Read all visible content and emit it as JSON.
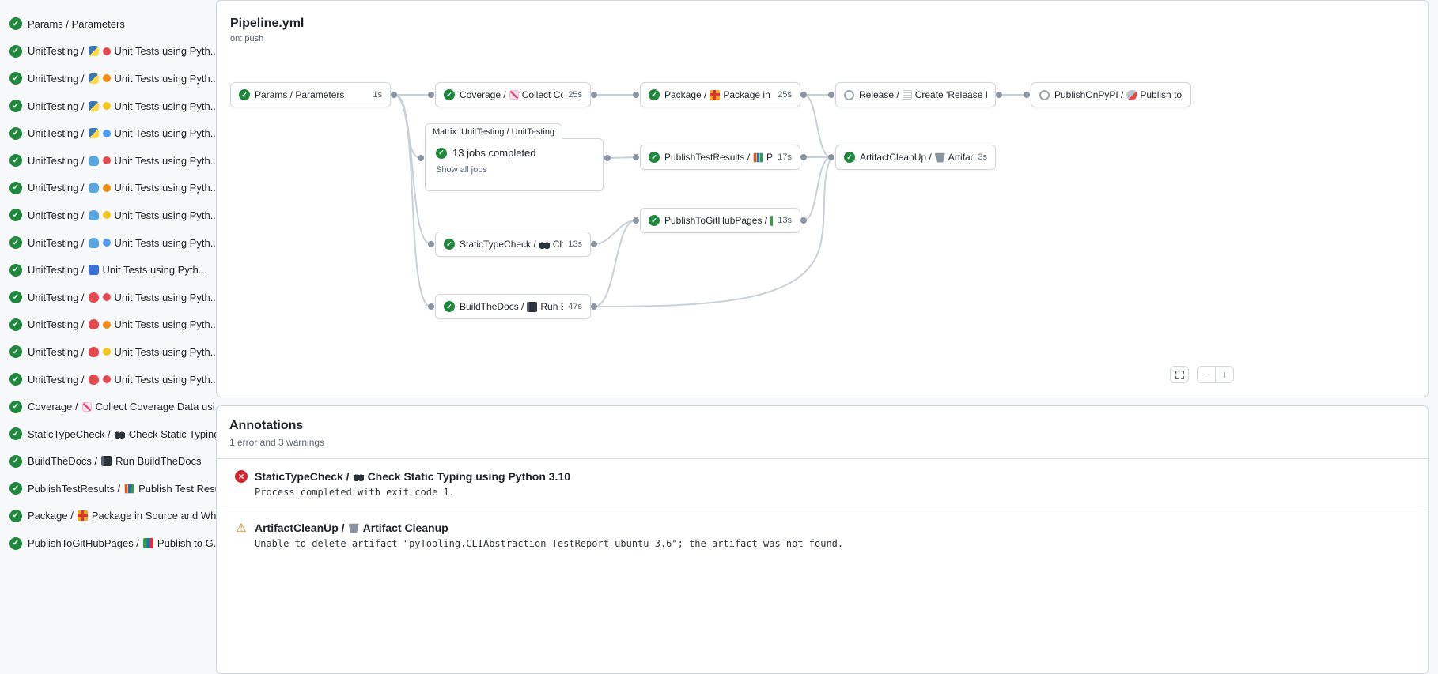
{
  "colors": {
    "success": "#1f883d",
    "error": "#d1242f",
    "warning": "#bf8700",
    "border": "#d0d7de",
    "accent": "#0969da"
  },
  "header": {
    "title": "Pipeline.yml",
    "trigger": "on: push"
  },
  "sidebar": {
    "items": [
      {
        "name": "Params / Parameters",
        "icon": "",
        "dot": "",
        "text": ""
      },
      {
        "name": "UnitTesting /",
        "icon": "python",
        "dot": "red",
        "text": "Unit Tests using Pyth..."
      },
      {
        "name": "UnitTesting /",
        "icon": "python",
        "dot": "orange",
        "text": "Unit Tests using Pyth..."
      },
      {
        "name": "UnitTesting /",
        "icon": "python",
        "dot": "yellow",
        "text": "Unit Tests using Pyth..."
      },
      {
        "name": "UnitTesting /",
        "icon": "python",
        "dot": "blue",
        "text": "Unit Tests using Pyth..."
      },
      {
        "name": "UnitTesting /",
        "icon": "whale",
        "dot": "red",
        "text": "Unit Tests using Pyth..."
      },
      {
        "name": "UnitTesting /",
        "icon": "whale",
        "dot": "orange",
        "text": "Unit Tests using Pyth..."
      },
      {
        "name": "UnitTesting /",
        "icon": "whale",
        "dot": "yellow",
        "text": "Unit Tests using Pyth..."
      },
      {
        "name": "UnitTesting /",
        "icon": "whale",
        "dot": "blue",
        "text": "Unit Tests using Pyth..."
      },
      {
        "name": "UnitTesting /",
        "icon": "blue-square",
        "dot": "",
        "text": "Unit Tests using Pyth..."
      },
      {
        "name": "UnitTesting /",
        "icon": "apple",
        "dot": "red",
        "text": "Unit Tests using Pyth..."
      },
      {
        "name": "UnitTesting /",
        "icon": "apple",
        "dot": "orange",
        "text": "Unit Tests using Pyth..."
      },
      {
        "name": "UnitTesting /",
        "icon": "apple",
        "dot": "yellow",
        "text": "Unit Tests using Pyth..."
      },
      {
        "name": "UnitTesting /",
        "icon": "apple",
        "dot": "red",
        "text": "Unit Tests using Pyth..."
      },
      {
        "name": "Coverage /",
        "icon": "chart",
        "dot": "",
        "text": "Collect Coverage Data usi..."
      },
      {
        "name": "StaticTypeCheck /",
        "icon": "glasses",
        "dot": "",
        "text": "Check Static Typing..."
      },
      {
        "name": "BuildTheDocs /",
        "icon": "notebook",
        "dot": "",
        "text": "Run BuildTheDocs"
      },
      {
        "name": "PublishTestResults /",
        "icon": "bar-chart",
        "dot": "",
        "text": "Publish Test Resu..."
      },
      {
        "name": "Package /",
        "icon": "gift",
        "dot": "",
        "text": "Package in Source and Wh..."
      },
      {
        "name": "PublishToGitHubPages /",
        "icon": "books",
        "dot": "",
        "text": "Publish to G..."
      }
    ]
  },
  "graph": {
    "nodes": [
      {
        "name": "Params / Parameters",
        "icon": "",
        "text": "",
        "duration": "1s",
        "status": "success"
      },
      {
        "name": "Coverage /",
        "icon": "chart",
        "text": "Collect Cove...",
        "duration": "25s",
        "status": "success"
      },
      {
        "name": "Package /",
        "icon": "gift",
        "text": "Package in So...",
        "duration": "25s",
        "status": "success"
      },
      {
        "name": "Release /",
        "icon": "memo",
        "text": "Create 'Release P...",
        "duration": "",
        "status": "pending"
      },
      {
        "name": "PublishOnPyPI /",
        "icon": "rocket",
        "text": "Publish to ...",
        "duration": "",
        "status": "pending"
      },
      {
        "name": "PublishTestResults /",
        "icon": "bar-chart",
        "text": "Pu...",
        "duration": "17s",
        "status": "success"
      },
      {
        "name": "ArtifactCleanUp /",
        "icon": "wastebasket",
        "text": "Artifac...",
        "duration": "3s",
        "status": "success"
      },
      {
        "name": "PublishToGitHubPages /",
        "icon": "books",
        "text": "...",
        "duration": "13s",
        "status": "success"
      },
      {
        "name": "StaticTypeCheck /",
        "icon": "glasses",
        "text": "Chec...",
        "duration": "13s",
        "status": "success"
      },
      {
        "name": "BuildTheDocs /",
        "icon": "notebook",
        "text": "Run Buil...",
        "duration": "47s",
        "status": "success"
      }
    ],
    "matrix": {
      "tab": "Matrix: UnitTesting / UnitTesting",
      "completed": "13 jobs completed",
      "link": "Show all jobs"
    },
    "controls": {
      "zoom_out": "−",
      "zoom_in": "+"
    }
  },
  "annotations": {
    "title": "Annotations",
    "summary": "1 error and 3 warnings",
    "items": [
      {
        "type": "error",
        "job": "StaticTypeCheck /",
        "icon": "glasses",
        "name": "Check Static Typing using Python 3.10",
        "message": "Process completed with exit code 1."
      },
      {
        "type": "warning",
        "job": "ArtifactCleanUp /",
        "icon": "wastebasket",
        "name": "Artifact Cleanup",
        "message": "Unable to delete artifact \"pyTooling.CLIAbstraction-TestReport-ubuntu-3.6\"; the artifact was not found."
      }
    ]
  }
}
